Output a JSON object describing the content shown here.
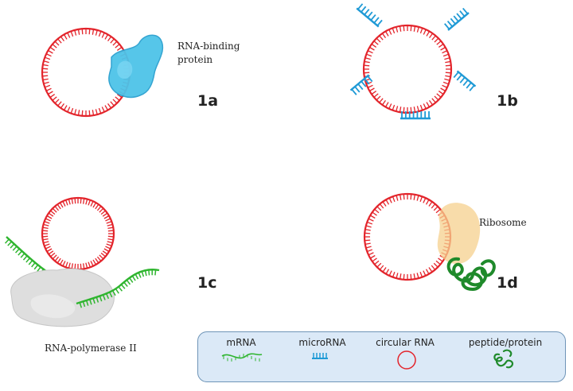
{
  "panels": {
    "a": {
      "id": "1a",
      "label_line1": "RNA-binding",
      "label_line2": "protein"
    },
    "b": {
      "id": "1b"
    },
    "c": {
      "id": "1c",
      "label": "RNA-polymerase II"
    },
    "d": {
      "id": "1d",
      "label": "Ribosome"
    }
  },
  "legend": {
    "items": [
      {
        "label": "mRNA",
        "icon": "mrna-icon"
      },
      {
        "label": "microRNA",
        "icon": "microrna-icon"
      },
      {
        "label": "circular RNA",
        "icon": "circular-rna-icon"
      },
      {
        "label": "peptide/protein",
        "icon": "peptide-icon"
      }
    ]
  },
  "colors": {
    "circular_rna": "#e3242b",
    "rna_binding_protein": "#4ec3e8",
    "microrna": "#1f9ad6",
    "mrna": "#2fb52f",
    "polymerase": "#d9d9d9",
    "ribosome": "#f6d08e",
    "peptide": "#1f8a2b",
    "legend_bg": "#dbe9f7",
    "legend_border": "#6f95b8"
  }
}
